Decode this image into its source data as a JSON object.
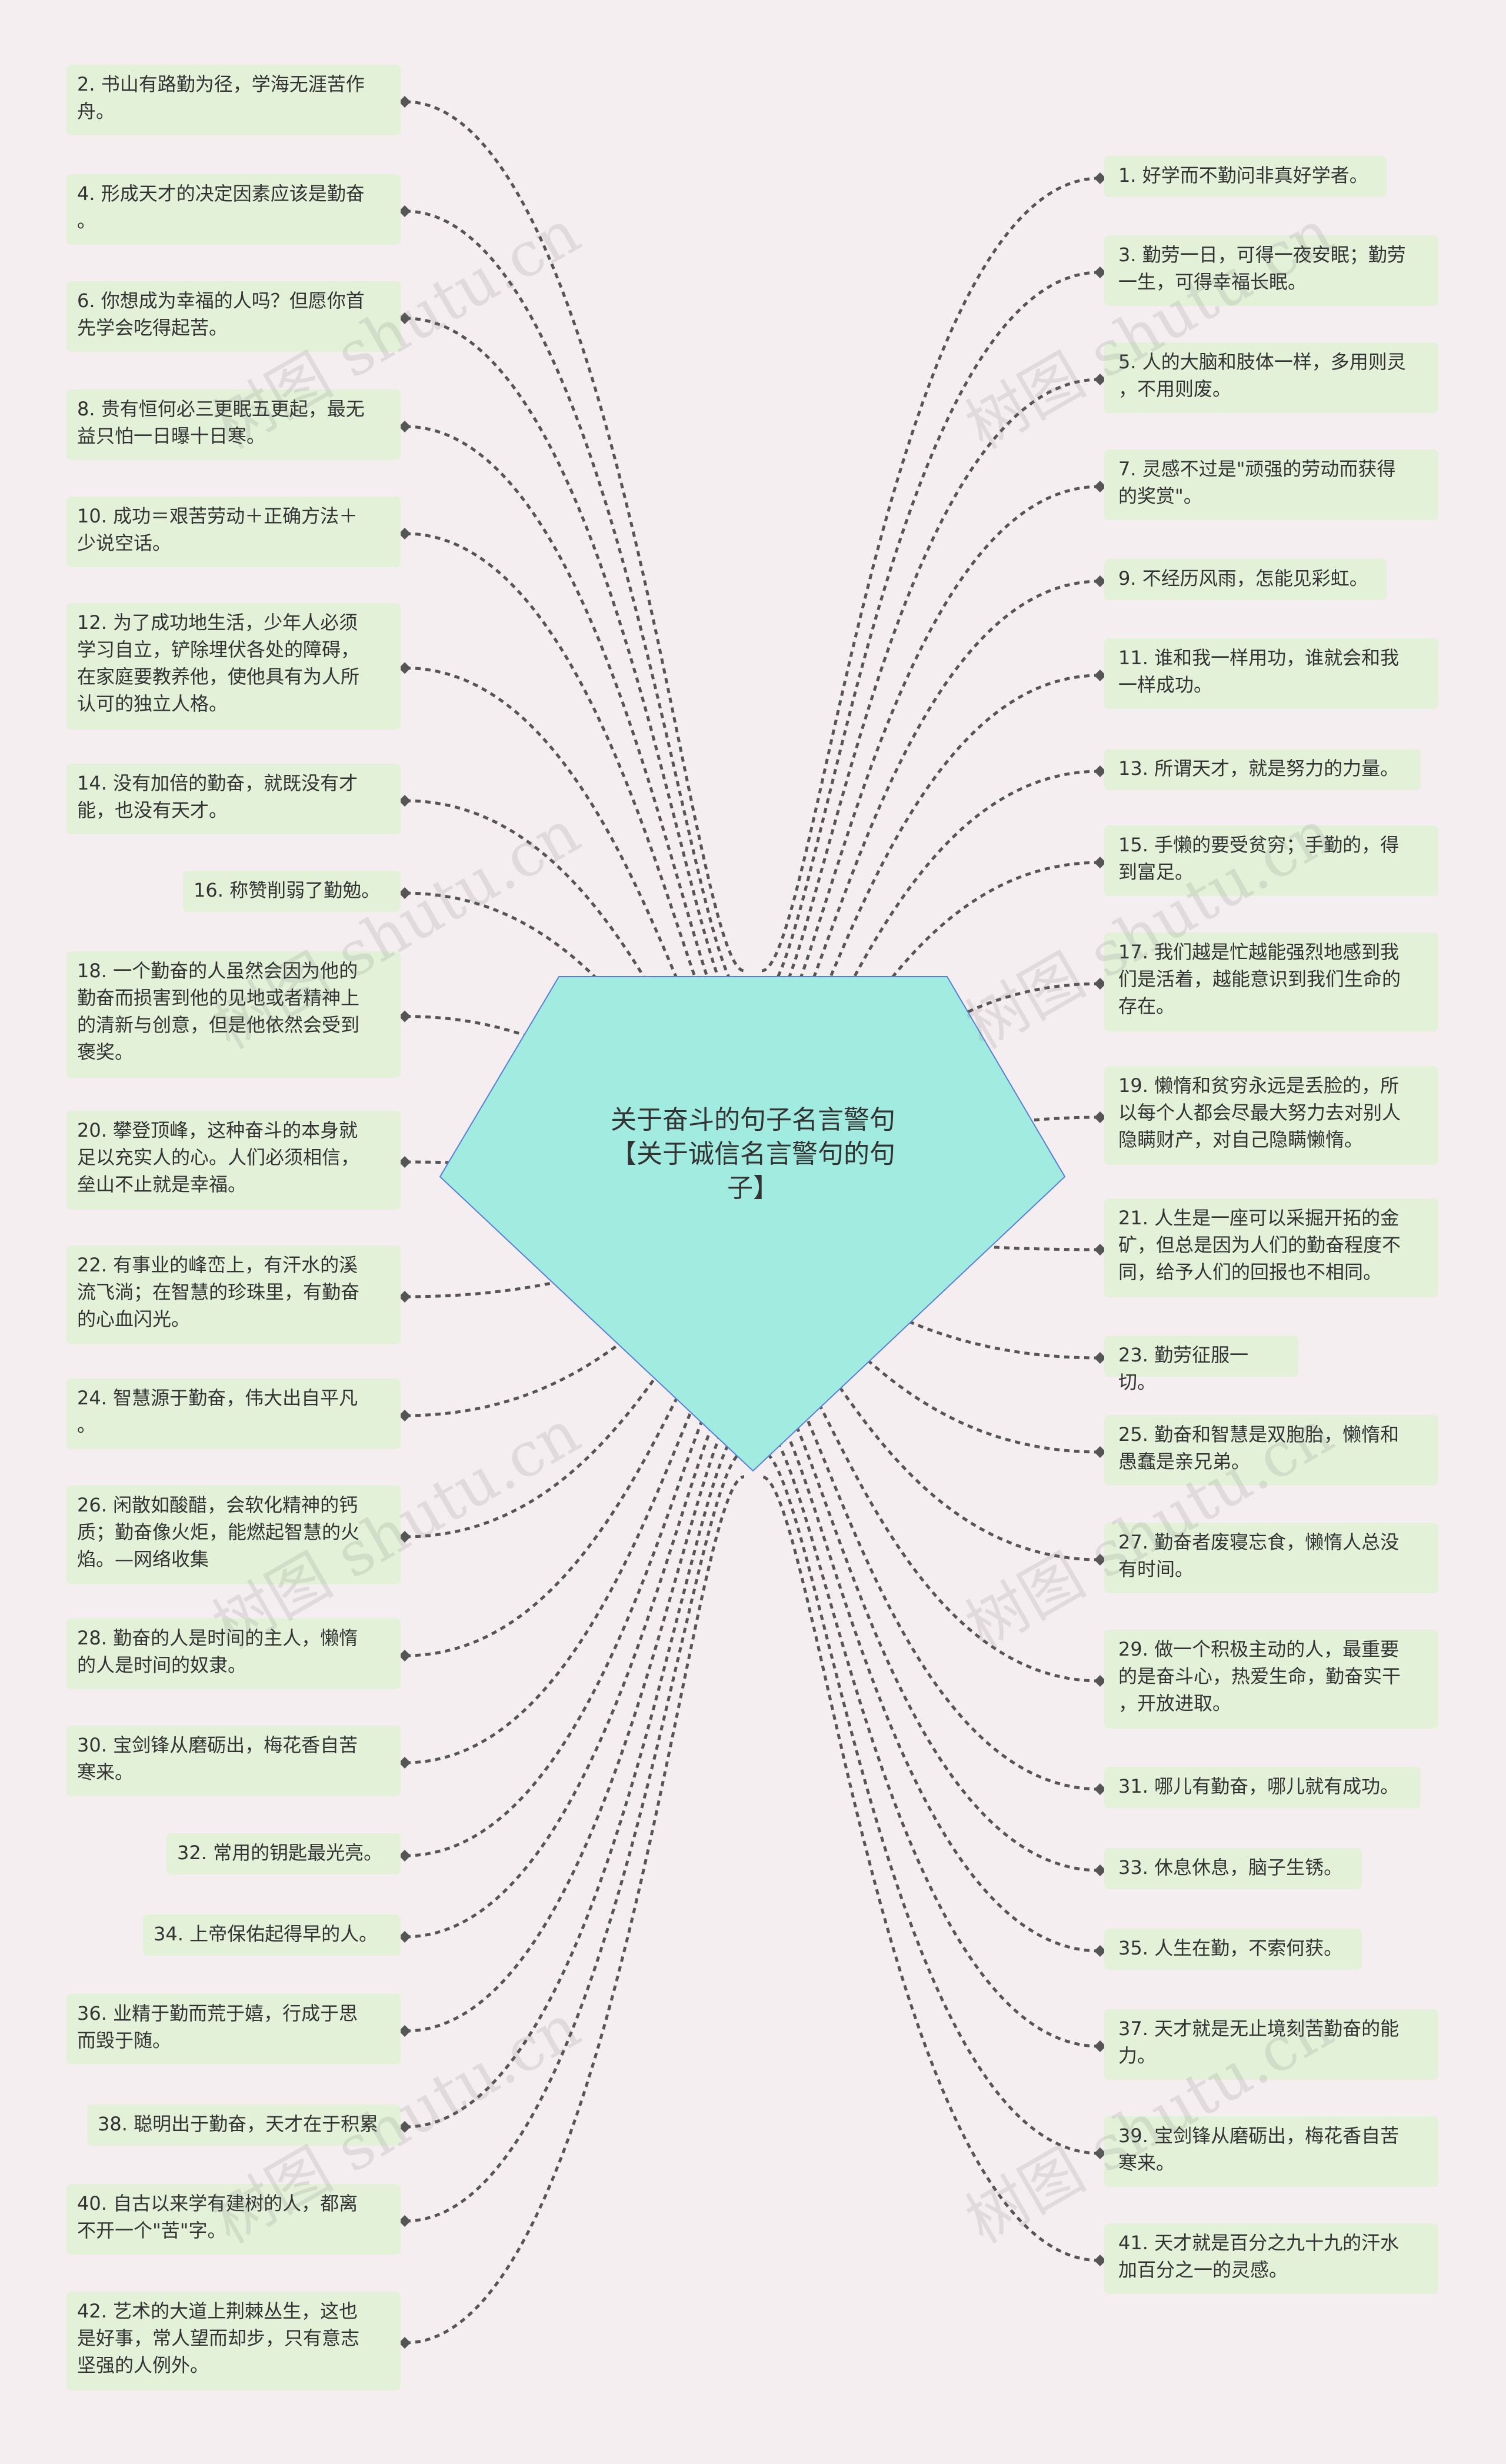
{
  "center": {
    "line1": "关于奋斗的句子名言警句",
    "line2": "【关于诚信名言警句的句",
    "line3": "子】"
  },
  "colors": {
    "background": "#f5eef0",
    "center_fill": "#a2ebe1",
    "center_stroke": "#5a7fd6",
    "node_fill": "#e2f1d8",
    "connector": "#555555"
  },
  "watermark": "树图 shutu.cn",
  "left_nodes": [
    {
      "text": "2. 书山有路勤为径，学海无涯苦作\n舟。"
    },
    {
      "text": "4. 形成天才的决定因素应该是勤奋\n。"
    },
    {
      "text": "6. 你想成为幸福的人吗？但愿你首\n先学会吃得起苦。"
    },
    {
      "text": "8. 贵有恒何必三更眠五更起，最无\n益只怕一日曝十日寒。"
    },
    {
      "text": "10. 成功＝艰苦劳动＋正确方法＋\n少说空话。"
    },
    {
      "text": "12. 为了成功地生活，少年人必须\n学习自立，铲除埋伏各处的障碍，\n在家庭要教养他，使他具有为人所\n认可的独立人格。"
    },
    {
      "text": "14. 没有加倍的勤奋，就既没有才\n能，也没有天才。"
    },
    {
      "text": "16. 称赞削弱了勤勉。"
    },
    {
      "text": "18. 一个勤奋的人虽然会因为他的\n勤奋而损害到他的见地或者精神上\n的清新与创意，但是他依然会受到\n褒奖。"
    },
    {
      "text": "20. 攀登顶峰，这种奋斗的本身就\n足以充实人的心。人们必须相信，\n垒山不止就是幸福。"
    },
    {
      "text": "22. 有事业的峰峦上，有汗水的溪\n流飞淌；在智慧的珍珠里，有勤奋\n的心血闪光。"
    },
    {
      "text": "24. 智慧源于勤奋，伟大出自平凡\n。"
    },
    {
      "text": "26. 闲散如酸醋，会软化精神的钙\n质；勤奋像火炬，能燃起智慧的火\n焰。—网络收集"
    },
    {
      "text": "28. 勤奋的人是时间的主人，懒惰\n的人是时间的奴隶。"
    },
    {
      "text": "30. 宝剑锋从磨砺出，梅花香自苦\n寒来。"
    },
    {
      "text": "32. 常用的钥匙最光亮。"
    },
    {
      "text": "34. 上帝保佑起得早的人。"
    },
    {
      "text": "36. 业精于勤而荒于嬉，行成于思\n而毁于随。"
    },
    {
      "text": "38. 聪明出于勤奋，天才在于积累"
    },
    {
      "text": "40. 自古以来学有建树的人，都离\n不开一个\"苦\"字。"
    },
    {
      "text": "42. 艺术的大道上荆棘丛生，这也\n是好事，常人望而却步，只有意志\n坚强的人例外。"
    }
  ],
  "right_nodes": [
    {
      "text": "1. 好学而不勤问非真好学者。"
    },
    {
      "text": "3. 勤劳一日，可得一夜安眠；勤劳\n一生，可得幸福长眠。"
    },
    {
      "text": "5. 人的大脑和肢体一样，多用则灵\n，不用则废。"
    },
    {
      "text": "7. 灵感不过是\"顽强的劳动而获得\n的奖赏\"。"
    },
    {
      "text": "9. 不经历风雨，怎能见彩虹。"
    },
    {
      "text": "11. 谁和我一样用功，谁就会和我\n一样成功。"
    },
    {
      "text": "13. 所谓天才，就是努力的力量。"
    },
    {
      "text": "15. 手懒的要受贫穷；手勤的，得\n到富足。"
    },
    {
      "text": "17. 我们越是忙越能强烈地感到我\n们是活着，越能意识到我们生命的\n存在。"
    },
    {
      "text": "19. 懒惰和贫穷永远是丢脸的，所\n以每个人都会尽最大努力去对别人\n隐瞒财产，对自己隐瞒懒惰。"
    },
    {
      "text": "21. 人生是一座可以采掘开拓的金\n矿，但总是因为人们的勤奋程度不\n同，给予人们的回报也不相同。"
    },
    {
      "text": "23. 勤劳征服一切。"
    },
    {
      "text": "25. 勤奋和智慧是双胞胎，懒惰和\n愚蠢是亲兄弟。"
    },
    {
      "text": "27. 勤奋者废寝忘食，懒惰人总没\n有时间。"
    },
    {
      "text": "29. 做一个积极主动的人，最重要\n的是奋斗心，热爱生命，勤奋实干\n，开放进取。"
    },
    {
      "text": "31. 哪儿有勤奋，哪儿就有成功。"
    },
    {
      "text": "33. 休息休息，脑子生锈。"
    },
    {
      "text": "35. 人生在勤，不索何获。"
    },
    {
      "text": "37. 天才就是无止境刻苦勤奋的能\n力。"
    },
    {
      "text": "39. 宝剑锋从磨砺出，梅花香自苦\n寒来。"
    },
    {
      "text": "41. 天才就是百分之九十九的汗水\n加百分之一的灵感。"
    }
  ]
}
